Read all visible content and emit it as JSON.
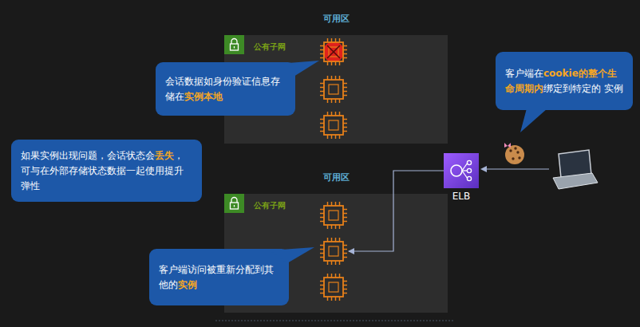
{
  "diagram": {
    "nodes": [
      {
        "text": [
          "可用区"
        ]
      },
      {
        "text": [
          "公有子网"
        ],
        "in": 0
      },
      {
        "text": [
          "会话数据如身份验证信息存储在",
          "实例本地"
        ]
      },
      {
        "text": [
          "客户端在",
          "cookie的整个生命周期内",
          "绑定到特定的 实例"
        ]
      },
      {
        "text": [
          "如果实例出现问题，会话状态会",
          "丢失",
          "，可与在外部存储状态数据一起使用提升弹性"
        ]
      },
      {
        "text": [
          "ELB"
        ]
      },
      {
        "text": [
          "可用区"
        ]
      },
      {
        "text": [
          "公有子网"
        ],
        "in": 6
      },
      {
        "text": [
          "客户端访问被重新分配到其他的",
          "实例"
        ]
      }
    ],
    "edges": [
      {
        "from": 5,
        "to": 7,
        "arrow": "to"
      }
    ]
  }
}
